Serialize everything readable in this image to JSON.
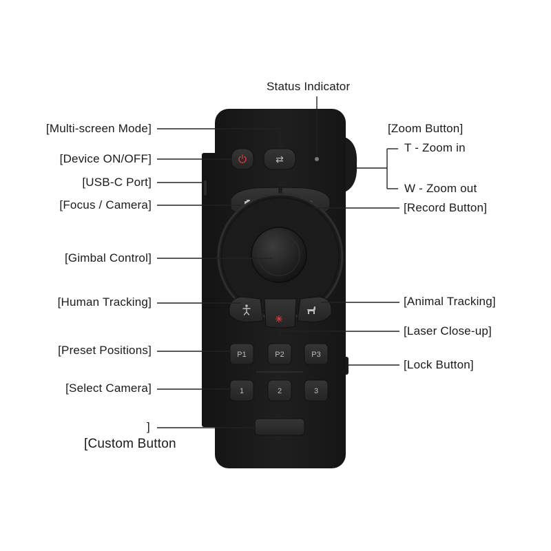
{
  "labels": {
    "status_indicator": "Status Indicator",
    "multi_screen_mode": "[Multi-screen Mode]",
    "device_on_off": "[Device ON/OFF]",
    "usb_c_port": "[USB-C Port]",
    "focus_camera": "[Focus / Camera]",
    "gimbal_control": "[Gimbal Control]",
    "human_tracking": "[Human Tracking]",
    "preset_positions": "[Preset Positions]",
    "select_camera": "[Select Camera]",
    "custom_button_bracket": "]",
    "custom_button": "[Custom Button",
    "zoom_button": "[Zoom Button]",
    "zoom_in": "T - Zoom in",
    "zoom_out": "W - Zoom out",
    "record_button": "[Record Button]",
    "animal_tracking": "[Animal Tracking]",
    "laser_close_up": "[Laser Close-up]",
    "lock_button": "[Lock Button]"
  },
  "buttons": {
    "preset": [
      "P1",
      "P2",
      "P3"
    ],
    "camera": [
      "1",
      "2",
      "3"
    ],
    "multi_screen_symbol": "⇄"
  },
  "colors": {
    "body": "#1c1c1c",
    "button": "#2b2b2b",
    "power_icon": "#e0353d",
    "record_dot": "#e0353d",
    "laser_icon": "#d23a3a",
    "line": "#222222",
    "text": "#1a1a1a"
  },
  "icons": {
    "power": "power-icon",
    "multi_screen": "swap-arrows-icon",
    "camera": "camera-icon",
    "record": "record-dot-icon",
    "human": "human-figure-icon",
    "animal": "animal-figure-icon",
    "laser": "laser-crosshair-icon",
    "status_led": "status-led-icon"
  }
}
